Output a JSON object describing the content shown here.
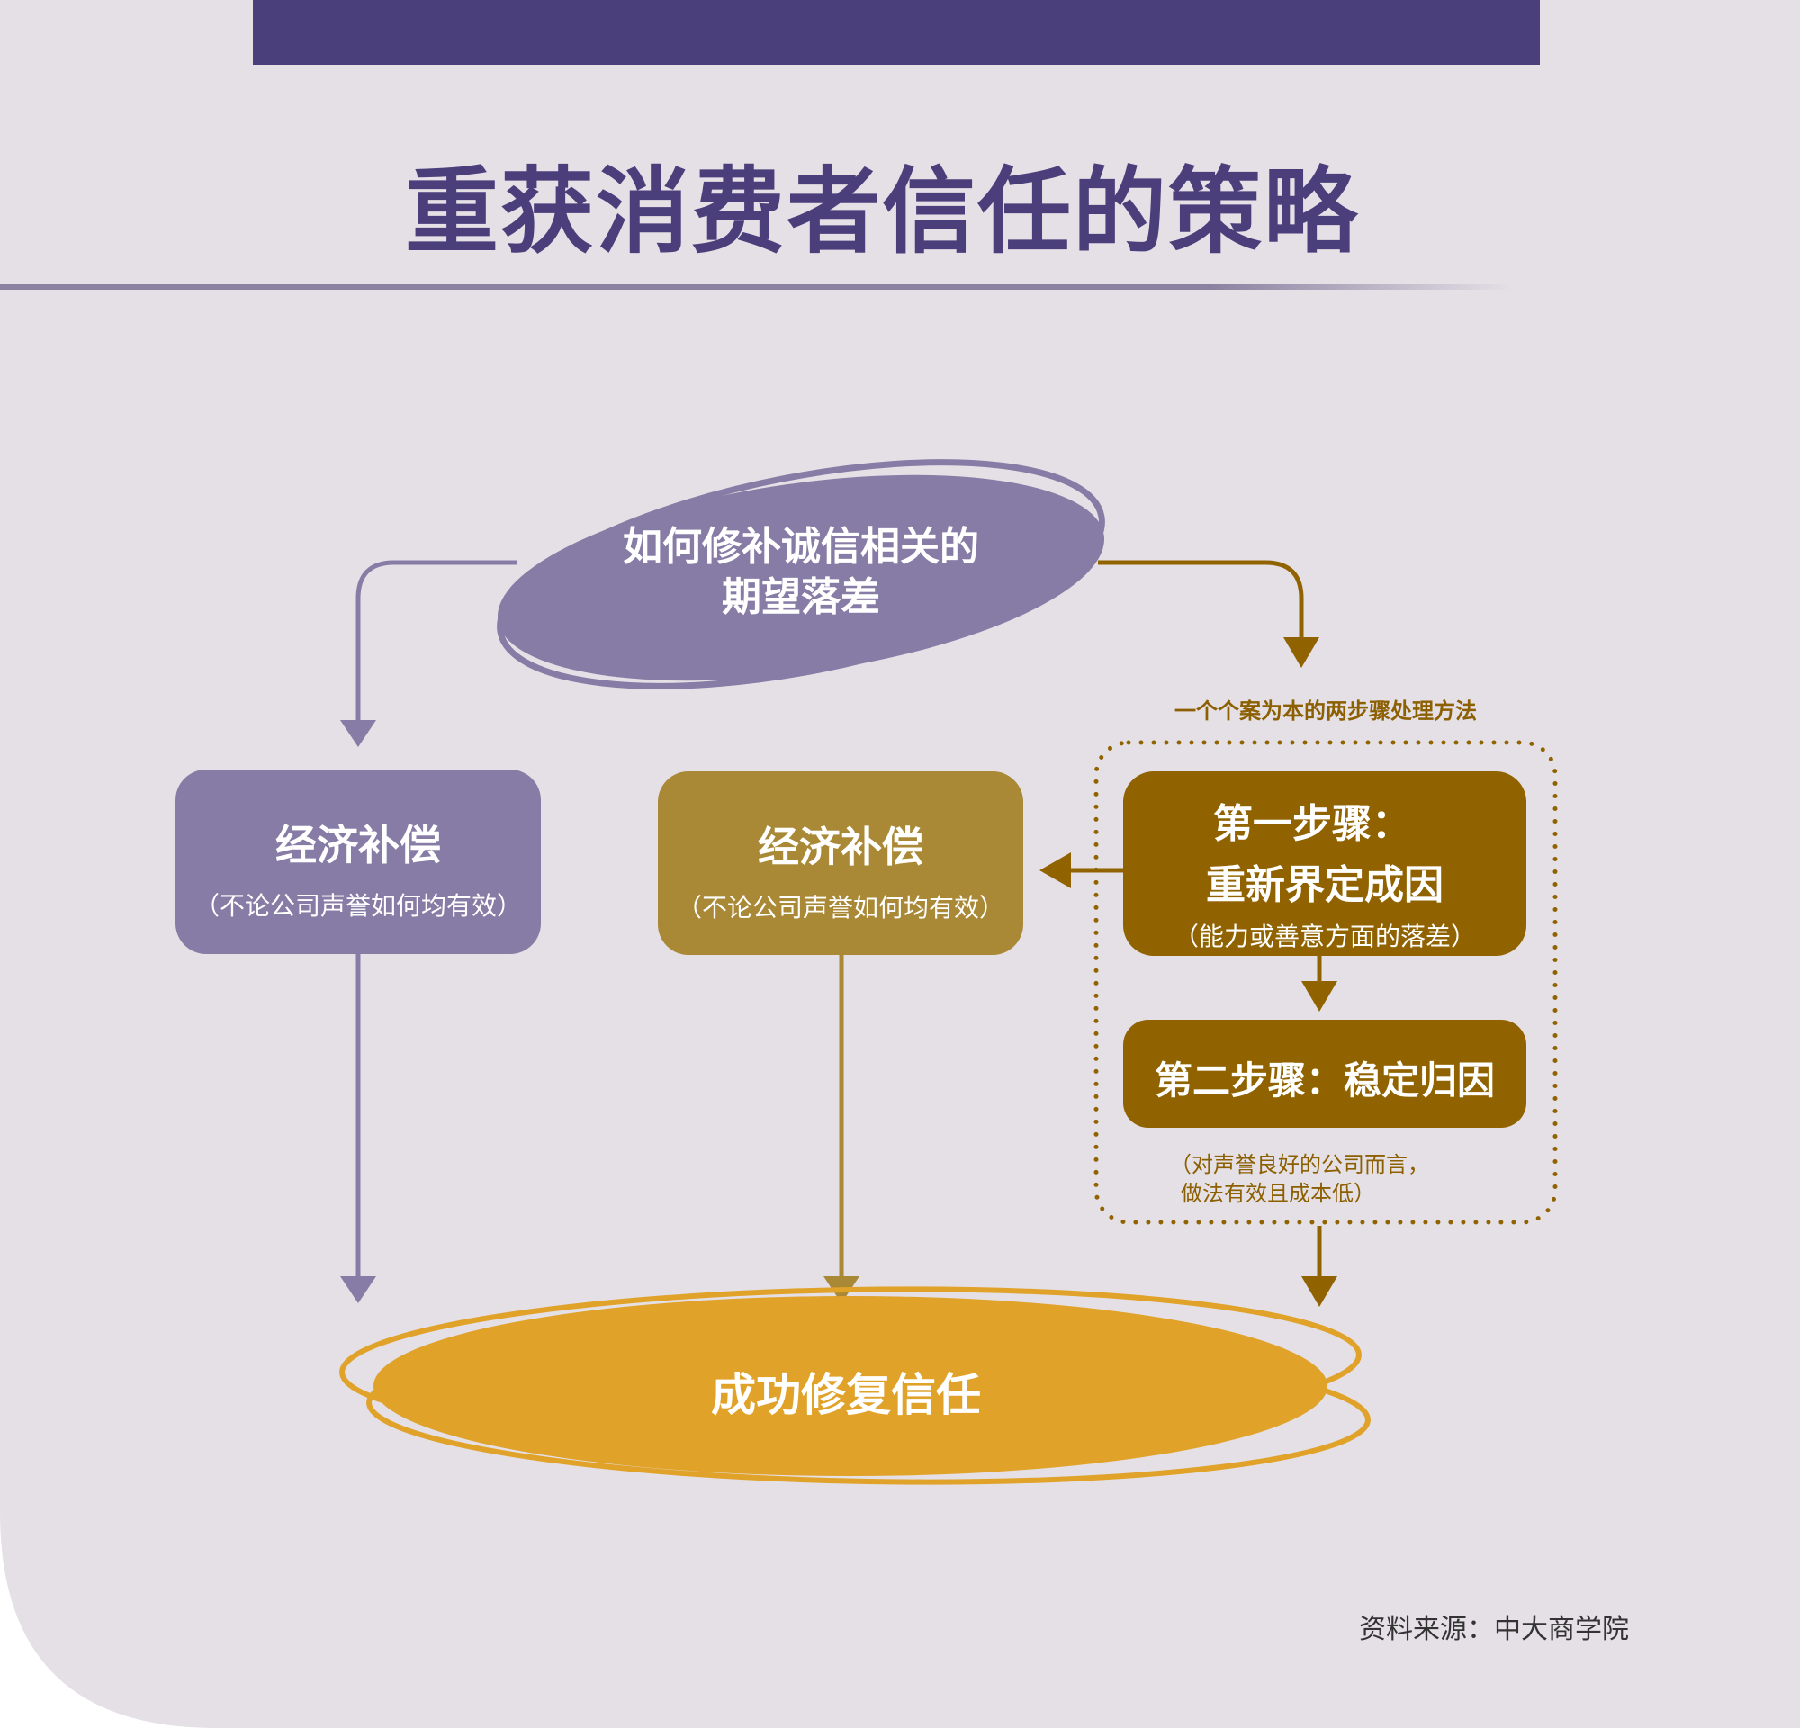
{
  "title": "重获消费者信任的策略",
  "colors": {
    "background": "#e4e0e6",
    "purple_dark": "#4b3f7b",
    "purple": "#877ca5",
    "gold_light": "#a98836",
    "gold_dark": "#916300",
    "gold_text": "#8c5f00",
    "orange": "#e0a229",
    "white": "#ffffff",
    "source_text": "#333333"
  },
  "top_ellipse": {
    "line1": "如何修补诚信相关的",
    "line2": "期望落差"
  },
  "left_box": {
    "title": "经济补偿",
    "subtitle": "（不论公司声誉如何均有效）"
  },
  "middle_box": {
    "title": "经济补偿",
    "subtitle": "（不论公司声誉如何均有效）"
  },
  "two_step_label": "一个个案为本的两步骤处理方法",
  "step1": {
    "line1": "第一步骤：",
    "line2": "重新界定成因",
    "subtitle": "（能力或善意方面的落差）"
  },
  "step2": {
    "title": "第二步骤：稳定归因"
  },
  "step2_note": {
    "line1": "（对声誉良好的公司而言，",
    "line2": "做法有效且成本低）"
  },
  "bottom_ellipse": {
    "text": "成功修复信任"
  },
  "source": "资料来源：中大商学院",
  "icons": [
    "arrow-down-icon",
    "arrow-left-icon"
  ]
}
